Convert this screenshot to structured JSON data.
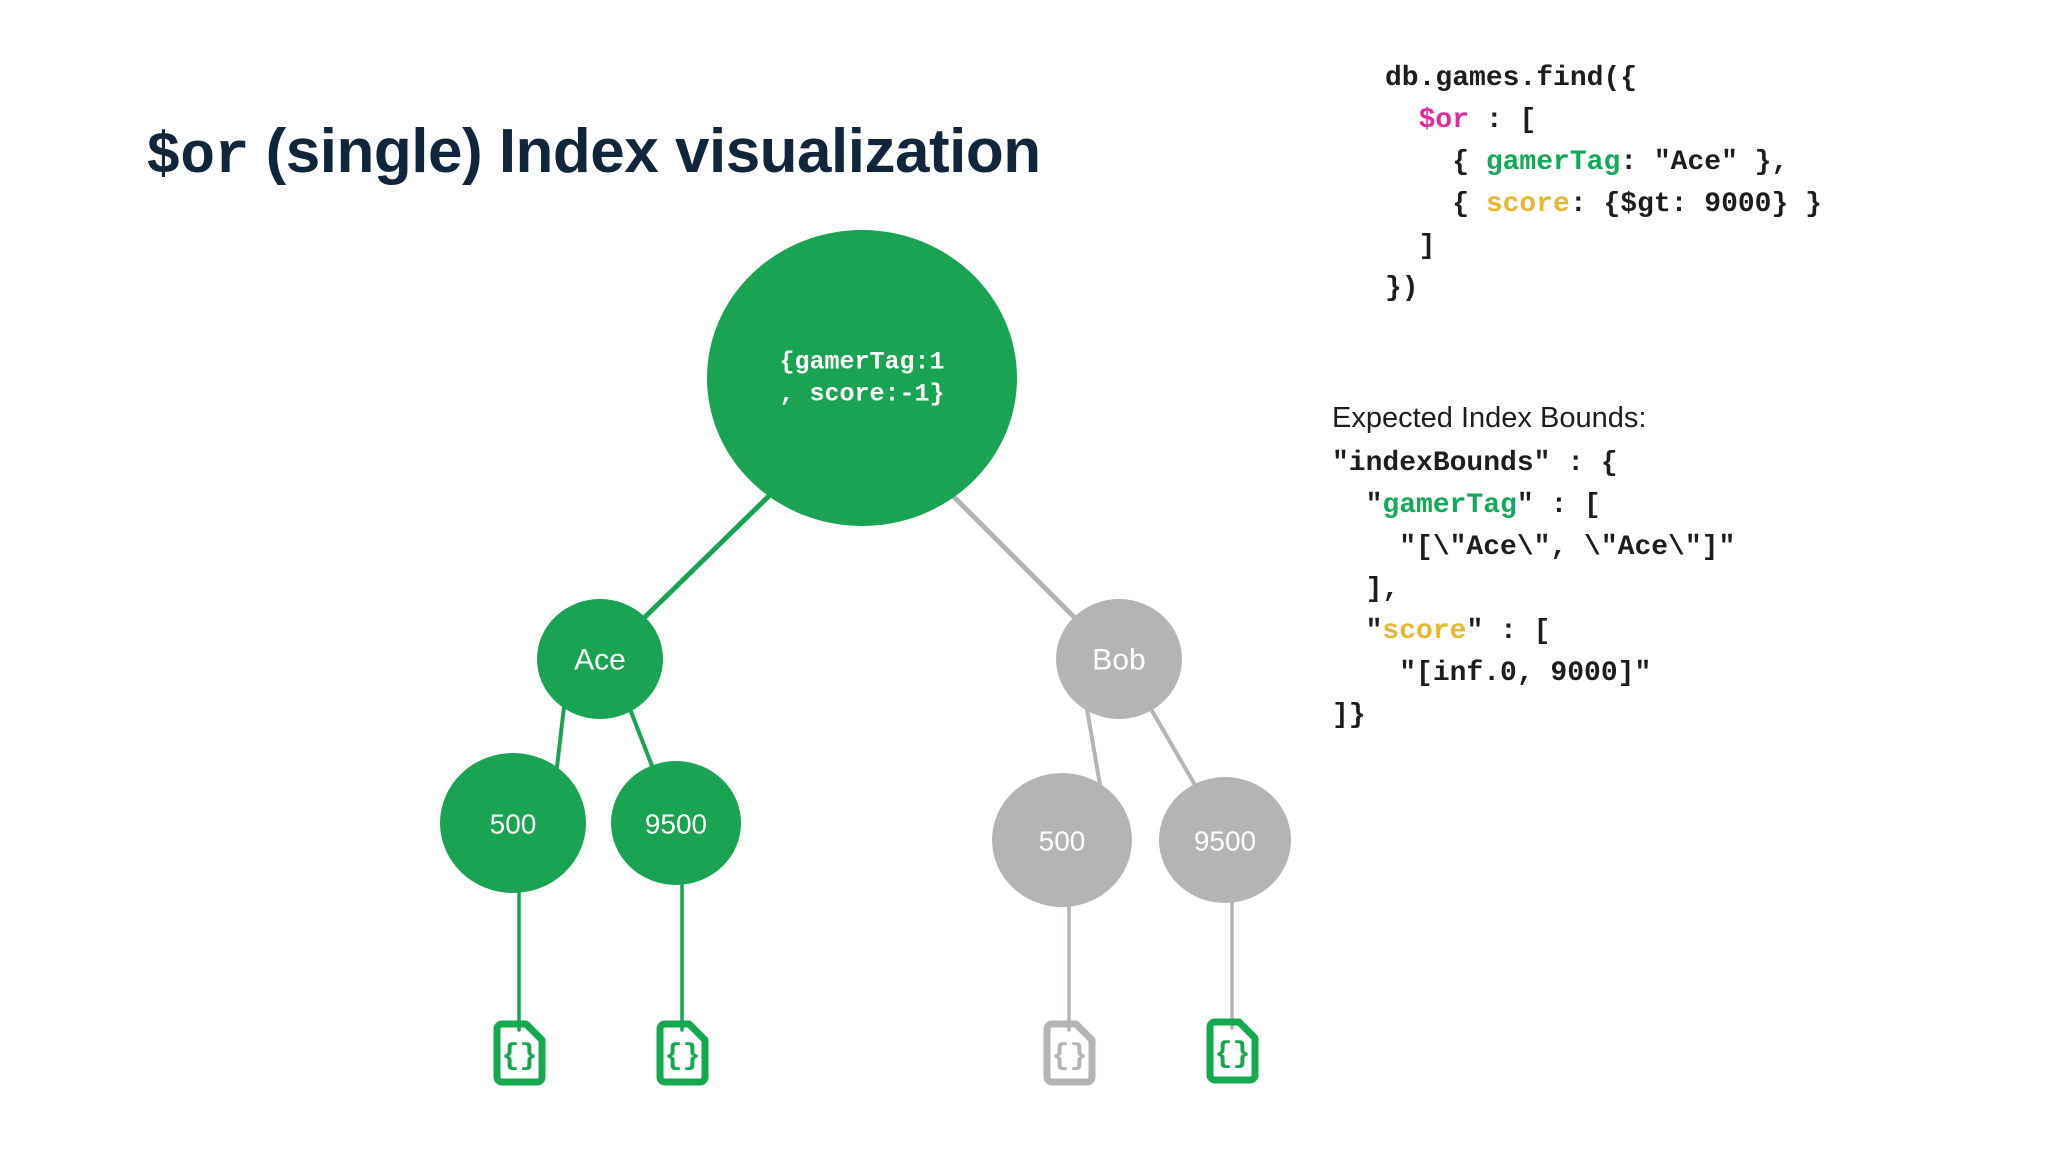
{
  "title": {
    "mono_prefix": "$or",
    "rest": " (single) Index visualization"
  },
  "colors": {
    "green": "#1aa353",
    "green_edge": "#1aa353",
    "green_doc": "#14a84f",
    "gray": "#b5b3b6",
    "gray_edge": "#b5b3b6",
    "title": "#11263b",
    "accent_or": "#e0299e",
    "accent_field_green": "#13a95a",
    "accent_field_yellow": "#e8b730",
    "text": "#1d1d1d",
    "background": "#ffffff"
  },
  "query": {
    "lines": [
      [
        {
          "t": "db.games.find({",
          "c": "plain"
        }
      ],
      [
        {
          "t": "  ",
          "c": "plain"
        },
        {
          "t": "$or",
          "c": "or"
        },
        {
          "t": " : [",
          "c": "plain"
        }
      ],
      [
        {
          "t": "    { ",
          "c": "plain"
        },
        {
          "t": "gamerTag",
          "c": "green"
        },
        {
          "t": ": \"Ace\" },",
          "c": "plain"
        }
      ],
      [
        {
          "t": "    { ",
          "c": "plain"
        },
        {
          "t": "score",
          "c": "yellow"
        },
        {
          "t": ": {$gt: 9000} }",
          "c": "plain"
        }
      ],
      [
        {
          "t": "  ]",
          "c": "plain"
        }
      ],
      [
        {
          "t": "})",
          "c": "plain"
        }
      ]
    ]
  },
  "bounds": {
    "heading": "Expected Index Bounds:",
    "lines": [
      [
        {
          "t": "\"indexBounds\" : {",
          "c": "plain"
        }
      ],
      [
        {
          "t": "  \"",
          "c": "plain"
        },
        {
          "t": "gamerTag",
          "c": "green"
        },
        {
          "t": "\" : [",
          "c": "plain"
        }
      ],
      [
        {
          "t": "    \"[\\\"Ace\\\", \\\"Ace\\\"]\"",
          "c": "plain"
        }
      ],
      [
        {
          "t": "  ],",
          "c": "plain"
        }
      ],
      [
        {
          "t": "  \"",
          "c": "plain"
        },
        {
          "t": "score",
          "c": "yellow"
        },
        {
          "t": "\" : [",
          "c": "plain"
        }
      ],
      [
        {
          "t": "    \"[inf.0, 9000]\"",
          "c": "plain"
        }
      ],
      [
        {
          "t": "]}",
          "c": "plain"
        }
      ]
    ]
  },
  "tree": {
    "root": {
      "label_line1": "{gamerTag:1",
      "label_line2": ", score:-1}",
      "state": "active"
    },
    "level2": [
      {
        "label": "Ace",
        "state": "active"
      },
      {
        "label": "Bob",
        "state": "inactive"
      }
    ],
    "level3": [
      {
        "label": "500",
        "state": "active"
      },
      {
        "label": "9500",
        "state": "active"
      },
      {
        "label": "500",
        "state": "inactive"
      },
      {
        "label": "9500",
        "state": "inactive"
      }
    ],
    "documents": [
      {
        "state": "active"
      },
      {
        "state": "active"
      },
      {
        "state": "inactive"
      },
      {
        "state": "active"
      }
    ]
  }
}
